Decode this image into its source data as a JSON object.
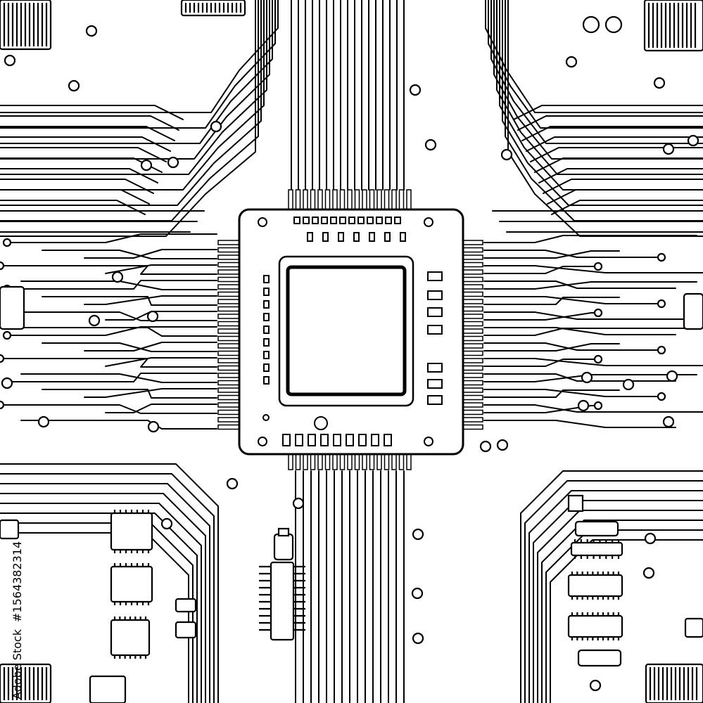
{
  "image": {
    "subject": "circuit-board",
    "style": "black line art on white",
    "colors": {
      "ink": "#000000",
      "paper": "#ffffff"
    }
  },
  "watermark": {
    "side_id": "#1564382314",
    "side_brand": "Adobe Stock"
  }
}
